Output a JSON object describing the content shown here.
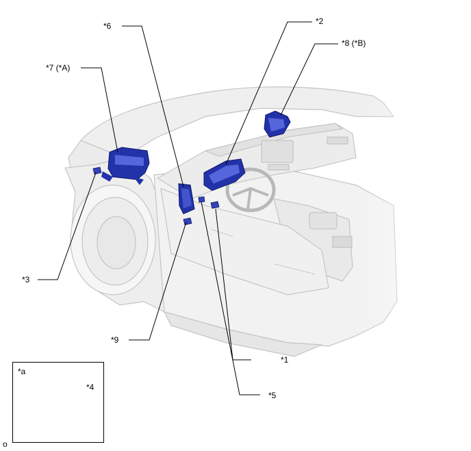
{
  "callouts": {
    "c1": "*1",
    "c2": "*2",
    "c3": "*3",
    "c4": "*4",
    "c5": "*5",
    "c6": "*6",
    "c7": "*7 (*A)",
    "c8": "*8 (*B)",
    "c9": "*9"
  },
  "inset": {
    "label": "*a"
  },
  "corner_mark": "o",
  "colors": {
    "part_blue": "#2233aa",
    "part_blue_light": "#5566dd",
    "vehicle_stroke": "#c8c8c8",
    "vehicle_fill": "#f0f0f0",
    "leader": "#000000"
  }
}
